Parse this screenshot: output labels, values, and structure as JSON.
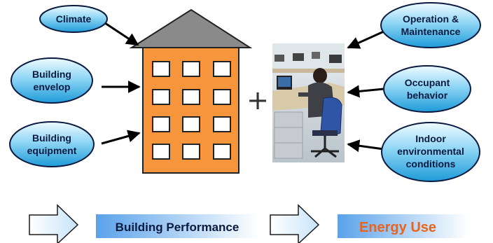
{
  "diagram": {
    "inputs_left": [
      {
        "id": "climate",
        "lines": [
          "Climate"
        ]
      },
      {
        "id": "envelope",
        "lines": [
          "Building",
          "envelop"
        ]
      },
      {
        "id": "equipment",
        "lines": [
          "Building",
          "equipment"
        ]
      }
    ],
    "inputs_right": [
      {
        "id": "operation",
        "lines": [
          "Operation &",
          "Maintenance"
        ]
      },
      {
        "id": "occupant",
        "lines": [
          "Occupant",
          "behavior"
        ]
      },
      {
        "id": "indoor",
        "lines": [
          "Indoor",
          "environmental",
          "conditions"
        ]
      }
    ],
    "plus_sign": "+",
    "flow": {
      "building_performance": "Building Performance",
      "energy_use": "Energy Use"
    },
    "colors": {
      "ellipse_fill_top": "#e8f8ff",
      "ellipse_fill_bottom": "#2aa7e0",
      "building_fill": "#f7953d",
      "roof_fill": "#8a8a8a",
      "band_left": "#5ba3e8",
      "band_right": "#ffffff",
      "energy_text": "#e8641e",
      "performance_text": "#0a1a40"
    }
  }
}
